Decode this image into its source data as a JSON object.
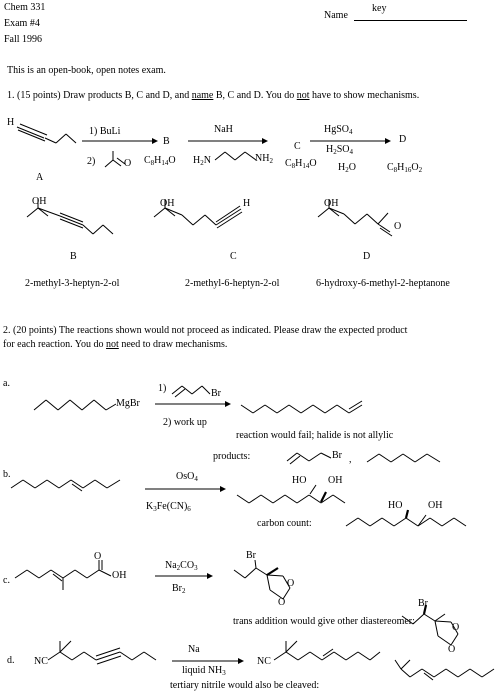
{
  "header": {
    "course": "Chem 331",
    "exam": "Exam #4",
    "term": "Fall 1996",
    "name_label": "Name",
    "name_value": "key"
  },
  "intro": "This is an open-book, open notes exam.",
  "q1": {
    "prefix": "1.  (15 points) Draw products B, C and D, and ",
    "name_word": "name",
    "middle": " B, C and D. You do ",
    "not_word": "not",
    "suffix": " have to show mechanisms.",
    "label_A": "A",
    "label_B": "B",
    "label_C": "C",
    "label_D": "D",
    "step1_reagent1": "1)  BuLi",
    "step1_reagent2_num": "2)",
    "formula_B": "C8H14O",
    "step2_reagent": "NaH",
    "formula_C": "C8H14O",
    "step3_reagent1": "HgSO4",
    "step3_reagent2": "H2SO4",
    "step3_reagent3": "H2O",
    "formula_D": "C8H16O2",
    "name_B": "2-methyl-3-heptyn-2-ol",
    "name_C": "2-methyl-6-heptyn-2-ol",
    "name_D": "6-hydroxy-6-methyl-2-heptanone"
  },
  "q2": {
    "prefix": "2.  (20 points)  The reactions shown would not proceed as indicated.  Please draw the expected product",
    "line2_a": "for each reaction. You do ",
    "not_word": "not",
    "line2_b": " need to draw mechanisms.",
    "a_label": "a.",
    "a_reagent1": "1)",
    "a_reagent2": "2) work up",
    "a_grignard": "MgBr",
    "a_note": "reaction would fail; halide is not allylic",
    "a_products": "products:",
    "b_label": "b.",
    "b_reagent1": "OsO4",
    "b_reagent2": "K3Fe(CN)6",
    "b_note": "carbon count:",
    "c_label": "c.",
    "c_reagent1": "Na2CO3",
    "c_reagent2": "Br2",
    "c_note": "trans addition would give other diastereomer:",
    "d_label": "d.",
    "d_reagent1": "Na",
    "d_reagent2": "liquid NH3",
    "d_note": "tertiary nitrile would also be cleaved:"
  },
  "atoms": {
    "H": "H",
    "O": "O",
    "OH": "OH",
    "HO": "HO",
    "Br": "Br",
    "NC": "NC",
    "H2N": "H2N",
    "NH2": "NH2"
  }
}
